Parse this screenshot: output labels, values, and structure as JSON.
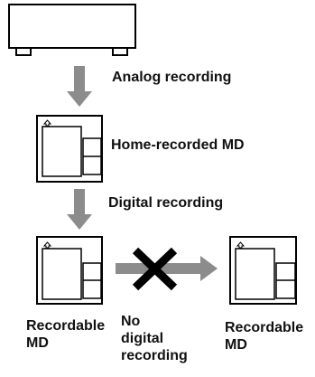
{
  "labels": {
    "analog_recording": "Analog recording",
    "home_recorded_md": "Home-recorded MD",
    "digital_recording": "Digital recording",
    "recordable_md_left": "Recordable\nMD",
    "no_digital_recording": "No\ndigital\nrecording",
    "recordable_md_right": "Recordable\nMD"
  },
  "colors": {
    "outline": "#000000",
    "arrow": "#8c8c8c",
    "cross": "#000000",
    "text": "#111111"
  },
  "icons": {
    "source_device": "audio-deck",
    "minidisc": "minidisc-cartridge",
    "flow_arrow": "arrow-down",
    "blocked_arrow": "arrow-right",
    "blocked_mark": "x-mark"
  }
}
